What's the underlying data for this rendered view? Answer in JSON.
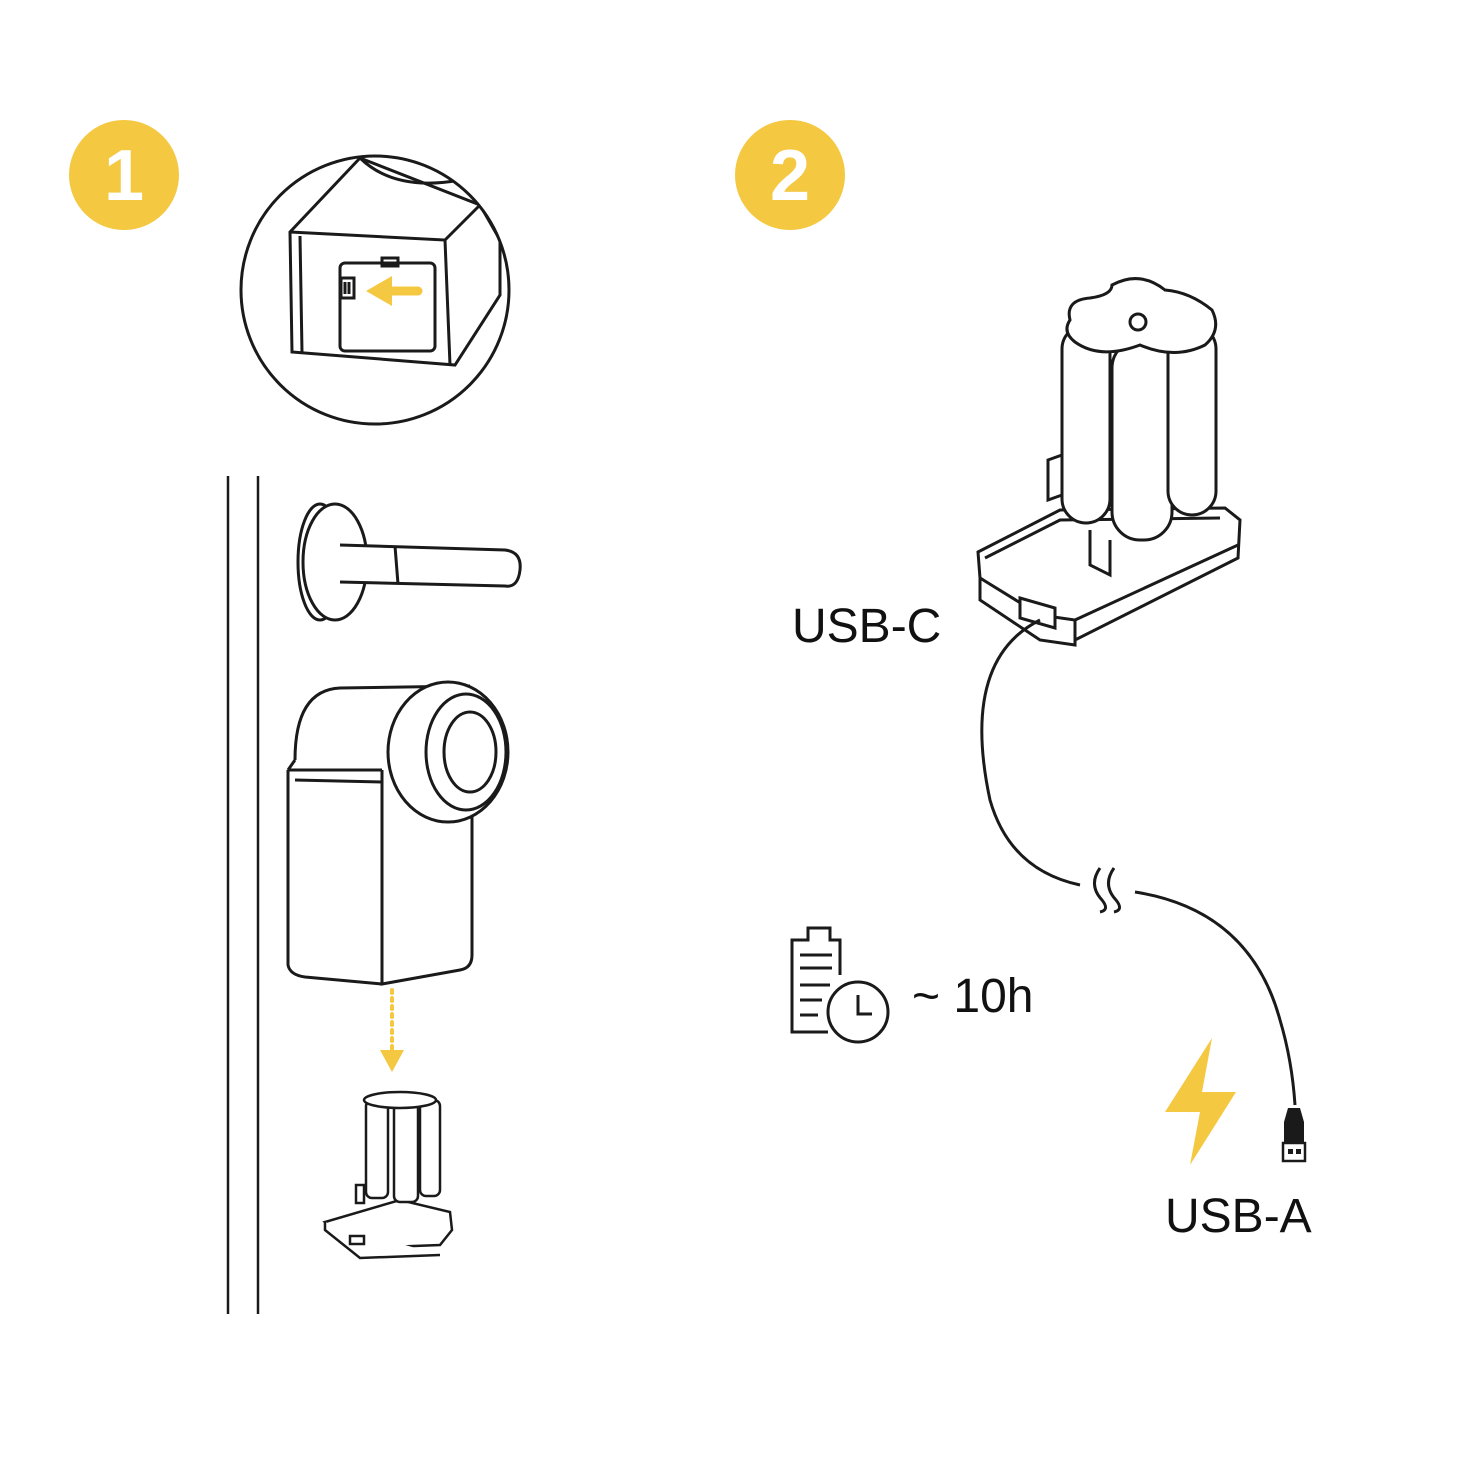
{
  "colors": {
    "accent": "#F5C842",
    "line": "#1a1a1a",
    "background": "#ffffff"
  },
  "steps": [
    {
      "number": "1"
    },
    {
      "number": "2"
    }
  ],
  "labels": {
    "usb_c": "USB-C",
    "usb_a": "USB-A",
    "charge_time": "~ 10h"
  },
  "icons": {
    "charge_time": "battery-clock-icon",
    "power": "lightning-bolt-icon",
    "arrow": "arrow-left-icon"
  }
}
